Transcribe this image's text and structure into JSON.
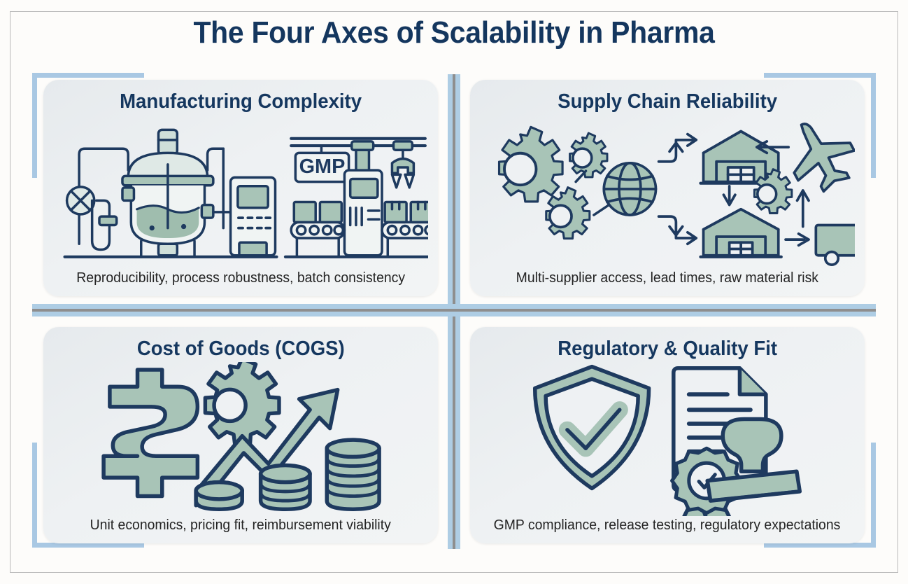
{
  "poster": {
    "title": "The Four Axes of Scalability in Pharma",
    "background_color": "#fdfcfa",
    "frame_color": "#b9b9b9",
    "accent_bracket_color": "#a9c8e3",
    "divider_blue": "#aecde4",
    "divider_gray": "#8e8e8e",
    "card_background": "#eef1f3",
    "heading_color": "#15375f",
    "caption_color": "#232323",
    "icon_outline_color": "#1e3a5f",
    "icon_fill_color": "#9fbdae"
  },
  "cards": [
    {
      "id": "manufacturing-complexity",
      "title": "Manufacturing Complexity",
      "caption": "Reproducibility, process robustness, batch consistency",
      "icon_names": [
        "bioreactor-icon",
        "valve-icon",
        "control-panel-icon",
        "gmp-sign-icon",
        "conveyor-belt-icon",
        "robotic-gripper-icon"
      ],
      "icon_label": "GMP"
    },
    {
      "id": "supply-chain-reliability",
      "title": "Supply Chain Reliability",
      "caption": "Multi-supplier access, lead times, raw material risk",
      "icon_names": [
        "gear-icon",
        "globe-icon",
        "warehouse-icon",
        "airplane-icon",
        "truck-icon",
        "arrow-icon"
      ]
    },
    {
      "id": "cost-of-goods",
      "title": "Cost of Goods (COGS)",
      "caption": "Unit economics, pricing fit, reimbursement viability",
      "icon_names": [
        "dollar-sign-icon",
        "gear-icon",
        "trending-up-arrow-icon",
        "coin-stack-icon"
      ]
    },
    {
      "id": "regulatory-quality-fit",
      "title": "Regulatory & Quality Fit",
      "caption": "GMP compliance, release testing, regulatory expectations",
      "icon_names": [
        "shield-check-icon",
        "document-icon",
        "award-rosette-icon",
        "rubber-stamp-icon"
      ]
    }
  ]
}
